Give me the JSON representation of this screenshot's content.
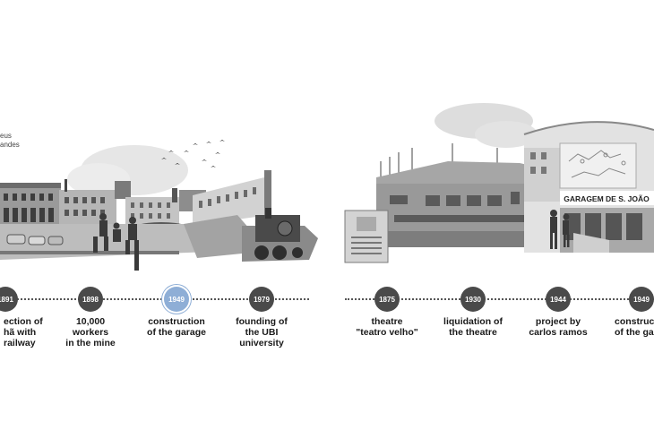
{
  "corner_note": "eus\nandes",
  "left_photo": {
    "description_icon": "city-collage-icon"
  },
  "right_photo": {
    "sign_text": "GARAGEM DE S. JOÃO",
    "description_icon": "building-collage-icon"
  },
  "timeline_left": [
    {
      "year": "1891",
      "label": "ection of\nhã with\nrailway",
      "highlight": false
    },
    {
      "year": "1898",
      "label": "10,000\nworkers\nin the mine",
      "highlight": false
    },
    {
      "year": "1949",
      "label": "construction\nof the garage",
      "highlight": true
    },
    {
      "year": "1979",
      "label": "founding of\nthe UBI\nuniversity",
      "highlight": false
    }
  ],
  "timeline_right": [
    {
      "year": "1875",
      "label": "theatre\n\"teatro velho\"",
      "highlight": false
    },
    {
      "year": "1930",
      "label": "liquidation of\nthe theatre",
      "highlight": false
    },
    {
      "year": "1944",
      "label": "project by\ncarlos ramos",
      "highlight": false
    },
    {
      "year": "1949",
      "label": "construc\nof the ga",
      "highlight": false
    }
  ],
  "colors": {
    "node": "#4a4a4a",
    "highlight_node": "#8eaed6",
    "line": "#555555"
  }
}
